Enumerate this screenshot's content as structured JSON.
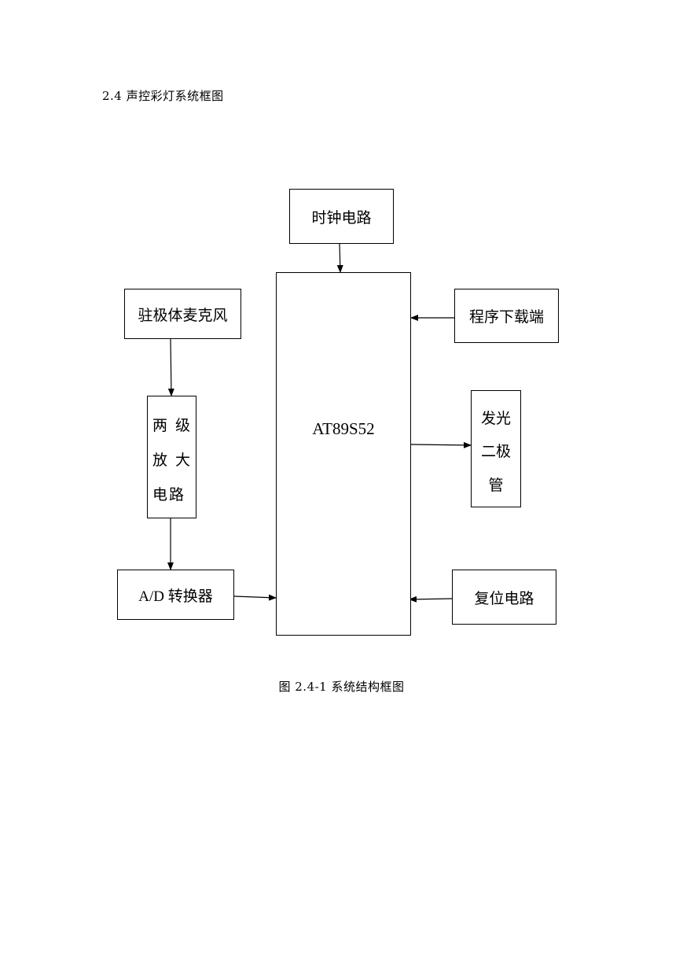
{
  "heading": "2.4 声控彩灯系统框图",
  "blocks": {
    "mcu": "AT89S52",
    "clock": "时钟电路",
    "microphone": "驻极体麦克风",
    "program_port": "程序下载端",
    "amplifier": [
      "两 级",
      "放 大",
      "电路"
    ],
    "led": [
      "发光",
      "二极",
      "管"
    ],
    "adc": "A/D 转换器",
    "reset": "复位电路"
  },
  "caption": "图 2.4-1 系统结构框图",
  "colors": {
    "line": "#000000",
    "background": "#ffffff"
  },
  "icons": [
    "arrowhead"
  ]
}
